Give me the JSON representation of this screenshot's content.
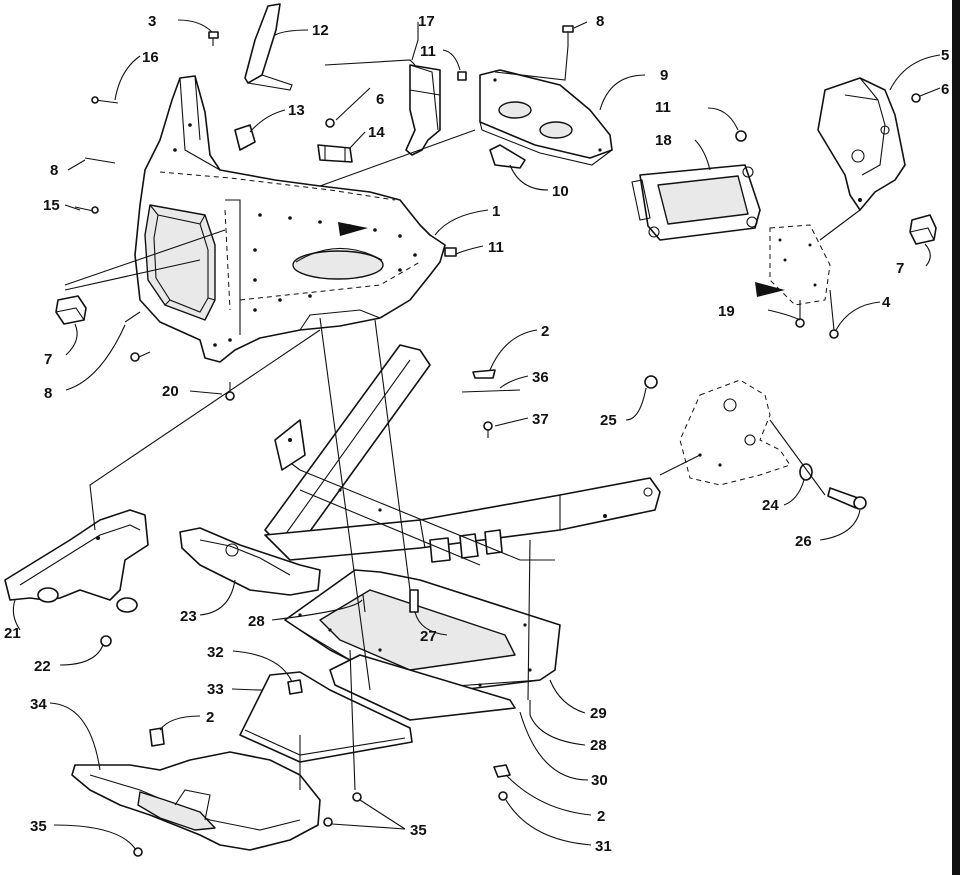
{
  "diagram": {
    "callouts": [
      {
        "id": "c3",
        "label": "3"
      },
      {
        "id": "c12",
        "label": "12"
      },
      {
        "id": "c17",
        "label": "17"
      },
      {
        "id": "c8a",
        "label": "8"
      },
      {
        "id": "c11a",
        "label": "11"
      },
      {
        "id": "c9",
        "label": "9"
      },
      {
        "id": "c5",
        "label": "5"
      },
      {
        "id": "c6a",
        "label": "6"
      },
      {
        "id": "c16",
        "label": "16"
      },
      {
        "id": "c13",
        "label": "13"
      },
      {
        "id": "c6b",
        "label": "6"
      },
      {
        "id": "c14",
        "label": "14"
      },
      {
        "id": "c11b",
        "label": "11"
      },
      {
        "id": "c18",
        "label": "18"
      },
      {
        "id": "c8b",
        "label": "8"
      },
      {
        "id": "c10",
        "label": "10"
      },
      {
        "id": "c15",
        "label": "15"
      },
      {
        "id": "c1",
        "label": "1"
      },
      {
        "id": "c11c",
        "label": "11"
      },
      {
        "id": "c7a",
        "label": "7"
      },
      {
        "id": "c7b",
        "label": "7"
      },
      {
        "id": "c19",
        "label": "19"
      },
      {
        "id": "c4",
        "label": "4"
      },
      {
        "id": "c2a",
        "label": "2"
      },
      {
        "id": "c8c",
        "label": "8"
      },
      {
        "id": "c36",
        "label": "36"
      },
      {
        "id": "c20",
        "label": "20"
      },
      {
        "id": "c37",
        "label": "37"
      },
      {
        "id": "c25",
        "label": "25"
      },
      {
        "id": "c24",
        "label": "24"
      },
      {
        "id": "c26",
        "label": "26"
      },
      {
        "id": "c23",
        "label": "23"
      },
      {
        "id": "c28a",
        "label": "28"
      },
      {
        "id": "c27",
        "label": "27"
      },
      {
        "id": "c21",
        "label": "21"
      },
      {
        "id": "c22",
        "label": "22"
      },
      {
        "id": "c32",
        "label": "32"
      },
      {
        "id": "c33",
        "label": "33"
      },
      {
        "id": "c29",
        "label": "29"
      },
      {
        "id": "c34",
        "label": "34"
      },
      {
        "id": "c2b",
        "label": "2"
      },
      {
        "id": "c28b",
        "label": "28"
      },
      {
        "id": "c30",
        "label": "30"
      },
      {
        "id": "c2c",
        "label": "2"
      },
      {
        "id": "c35a",
        "label": "35"
      },
      {
        "id": "c35b",
        "label": "35"
      },
      {
        "id": "c31",
        "label": "31"
      }
    ]
  }
}
